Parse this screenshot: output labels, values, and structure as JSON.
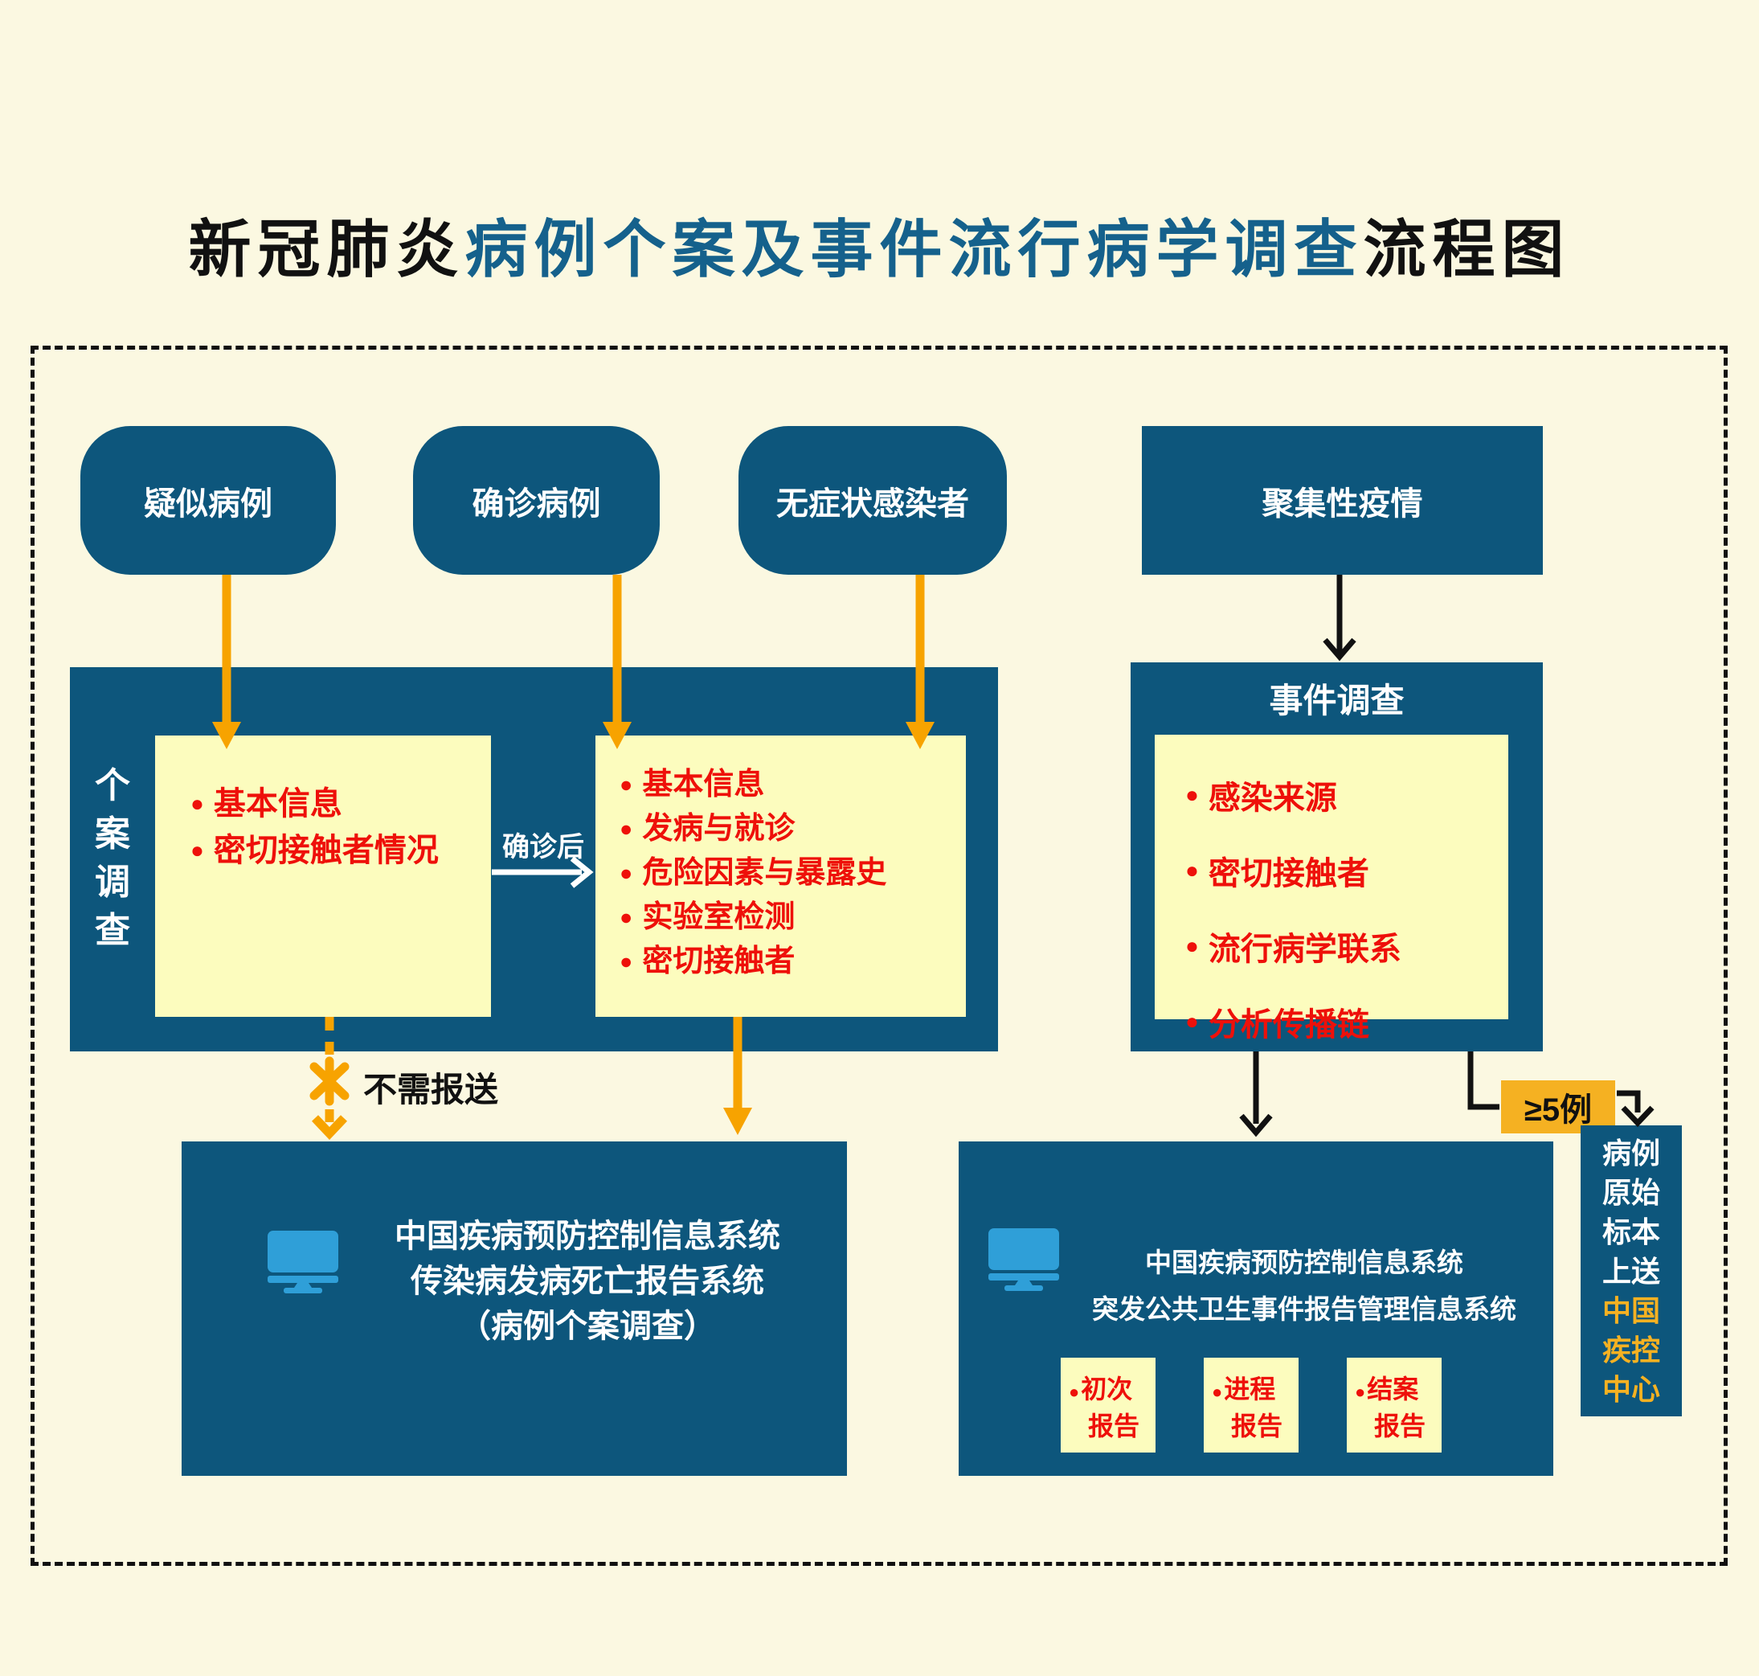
{
  "title": {
    "part1": "新冠肺炎",
    "part2": "病例个案及事件流行病学调查",
    "part3": "流程图"
  },
  "bullet": "●",
  "nodes": {
    "suspected": "疑似病例",
    "confirmed": "确诊病例",
    "asymptomatic": "无症状感染者",
    "cluster": "聚集性疫情"
  },
  "case_panel": {
    "side_label_chars": [
      "个",
      "案",
      "调",
      "查"
    ],
    "suspected_form_items": [
      "基本信息",
      "密切接触者情况"
    ],
    "confirmed_transition_label": "确诊后",
    "confirmed_form_items": [
      "基本信息",
      "发病与就诊",
      "危险因素与暴露史",
      "实验室检测",
      "密切接触者"
    ]
  },
  "event_panel": {
    "title": "事件调查",
    "items": [
      "感染来源",
      "密切接触者",
      "流行病学联系",
      "分析传播链"
    ]
  },
  "no_report_label": "不需报送",
  "threshold_label": "≥5例",
  "case_system_box": {
    "lines": [
      "中国疾病预防控制信息系统",
      "传染病发病死亡报告系统",
      "（病例个案调查）"
    ]
  },
  "event_system_box": {
    "lines": [
      "中国疾病预防控制信息系统",
      "突发公共卫生事件报告管理信息系统"
    ],
    "reports": [
      [
        "初次",
        "报告"
      ],
      [
        "进程",
        "报告"
      ],
      [
        "结案",
        "报告"
      ]
    ]
  },
  "specimen_box": {
    "white_lines": [
      "病例",
      "原始",
      "标本",
      "上送"
    ],
    "gold_lines": [
      "中国",
      "疾控",
      "中心"
    ]
  },
  "colors": {
    "deep_blue": "#0D567C",
    "canvas_cream": "#FBF8E1",
    "note_yellow": "#FCFCBE",
    "red": "#EE100A",
    "orange": "#F7A300",
    "gold": "#F5B122",
    "icon_blue": "#2F9FD8",
    "title_blue": "#15618C"
  }
}
